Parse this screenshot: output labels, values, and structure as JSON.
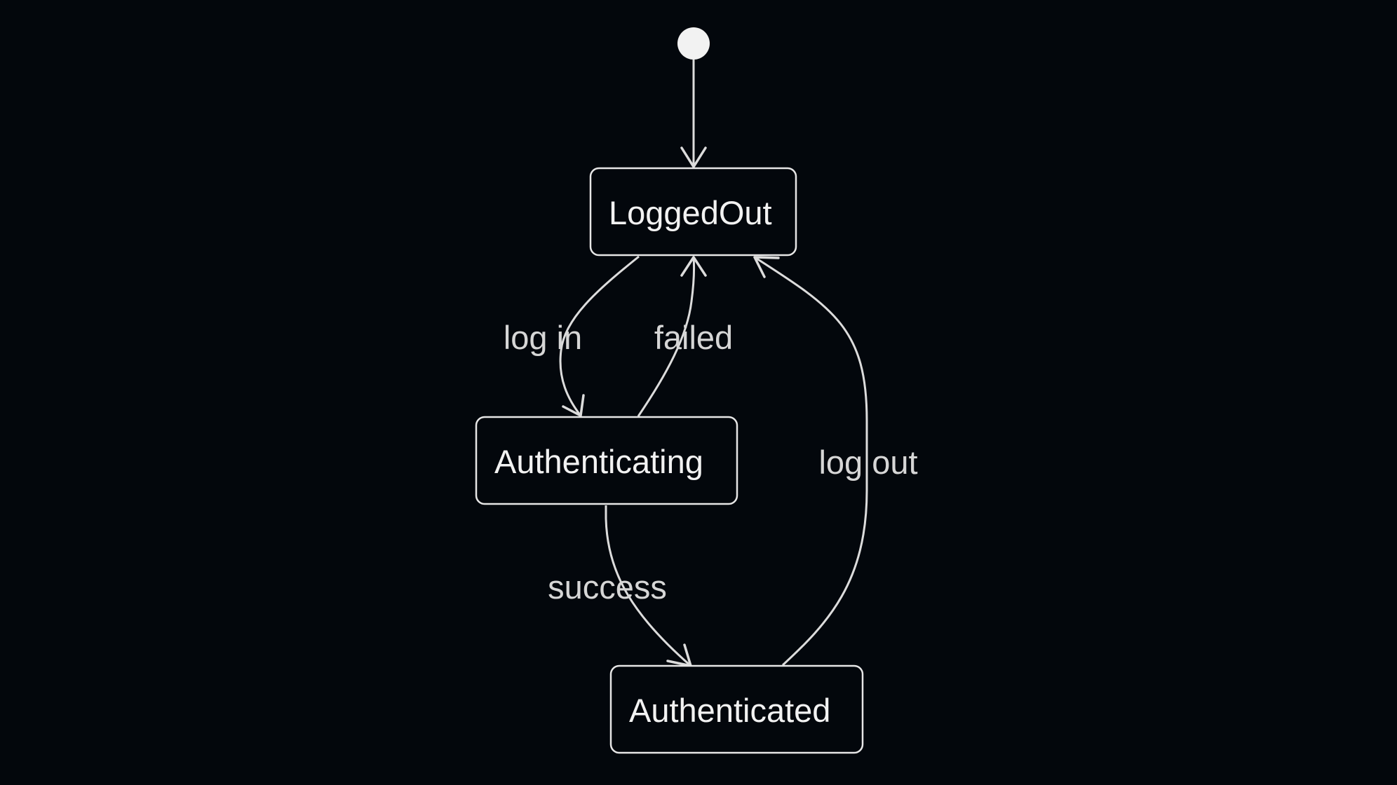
{
  "diagram": {
    "type": "state-diagram",
    "colors": {
      "background": "#03070c",
      "stroke": "#e6e6e6",
      "text": "#f2f2f2",
      "edge_label": "#d6d6d6",
      "start_node": "#f2f2f2"
    },
    "start": {
      "to": "LoggedOut"
    },
    "states": {
      "loggedout": {
        "label": "LoggedOut"
      },
      "authenticating": {
        "label": "Authenticating"
      },
      "authenticated": {
        "label": "Authenticated"
      }
    },
    "transitions": {
      "log_in": {
        "from": "LoggedOut",
        "to": "Authenticating",
        "label": "log in"
      },
      "failed": {
        "from": "Authenticating",
        "to": "LoggedOut",
        "label": "failed"
      },
      "success": {
        "from": "Authenticating",
        "to": "Authenticated",
        "label": "success"
      },
      "log_out": {
        "from": "Authenticated",
        "to": "LoggedOut",
        "label": "log out"
      }
    }
  }
}
